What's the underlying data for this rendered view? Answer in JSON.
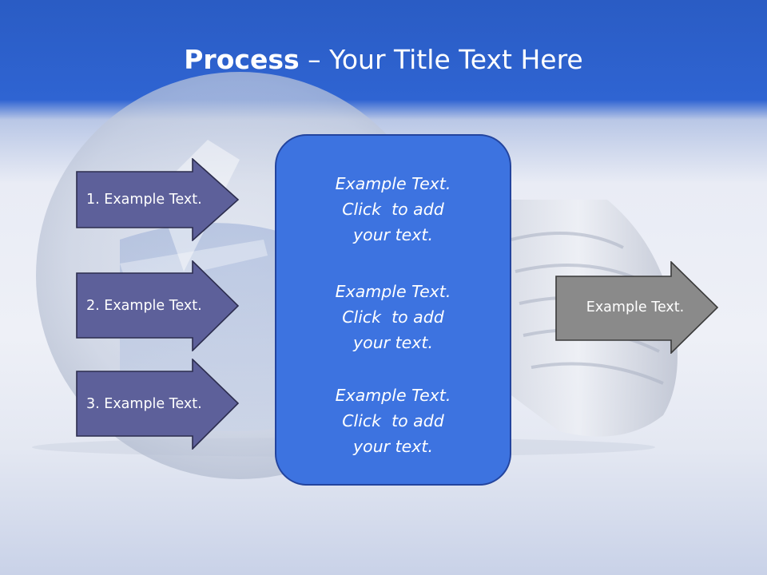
{
  "slide": {
    "title_bold": "Process",
    "title_rest": " – Your Title Text Here"
  },
  "steps": [
    {
      "label": "1. Example Text."
    },
    {
      "label": "2. Example Text."
    },
    {
      "label": "3. Example Text."
    }
  ],
  "center": {
    "blocks": [
      {
        "line1": "Example Text.",
        "line2": "Click  to add",
        "line3": "your text."
      },
      {
        "line1": "Example Text.",
        "line2": "Click  to add",
        "line3": "your text."
      },
      {
        "line1": "Example Text.",
        "line2": "Click  to add",
        "line3": "your text."
      }
    ]
  },
  "output": {
    "label": "Example Text."
  },
  "colors": {
    "header": "#2f64d2",
    "step_arrow_fill": "#5d609a",
    "center_fill": "#3d73e0",
    "center_border": "#23449e",
    "output_arrow_fill": "#8a8a8a"
  }
}
